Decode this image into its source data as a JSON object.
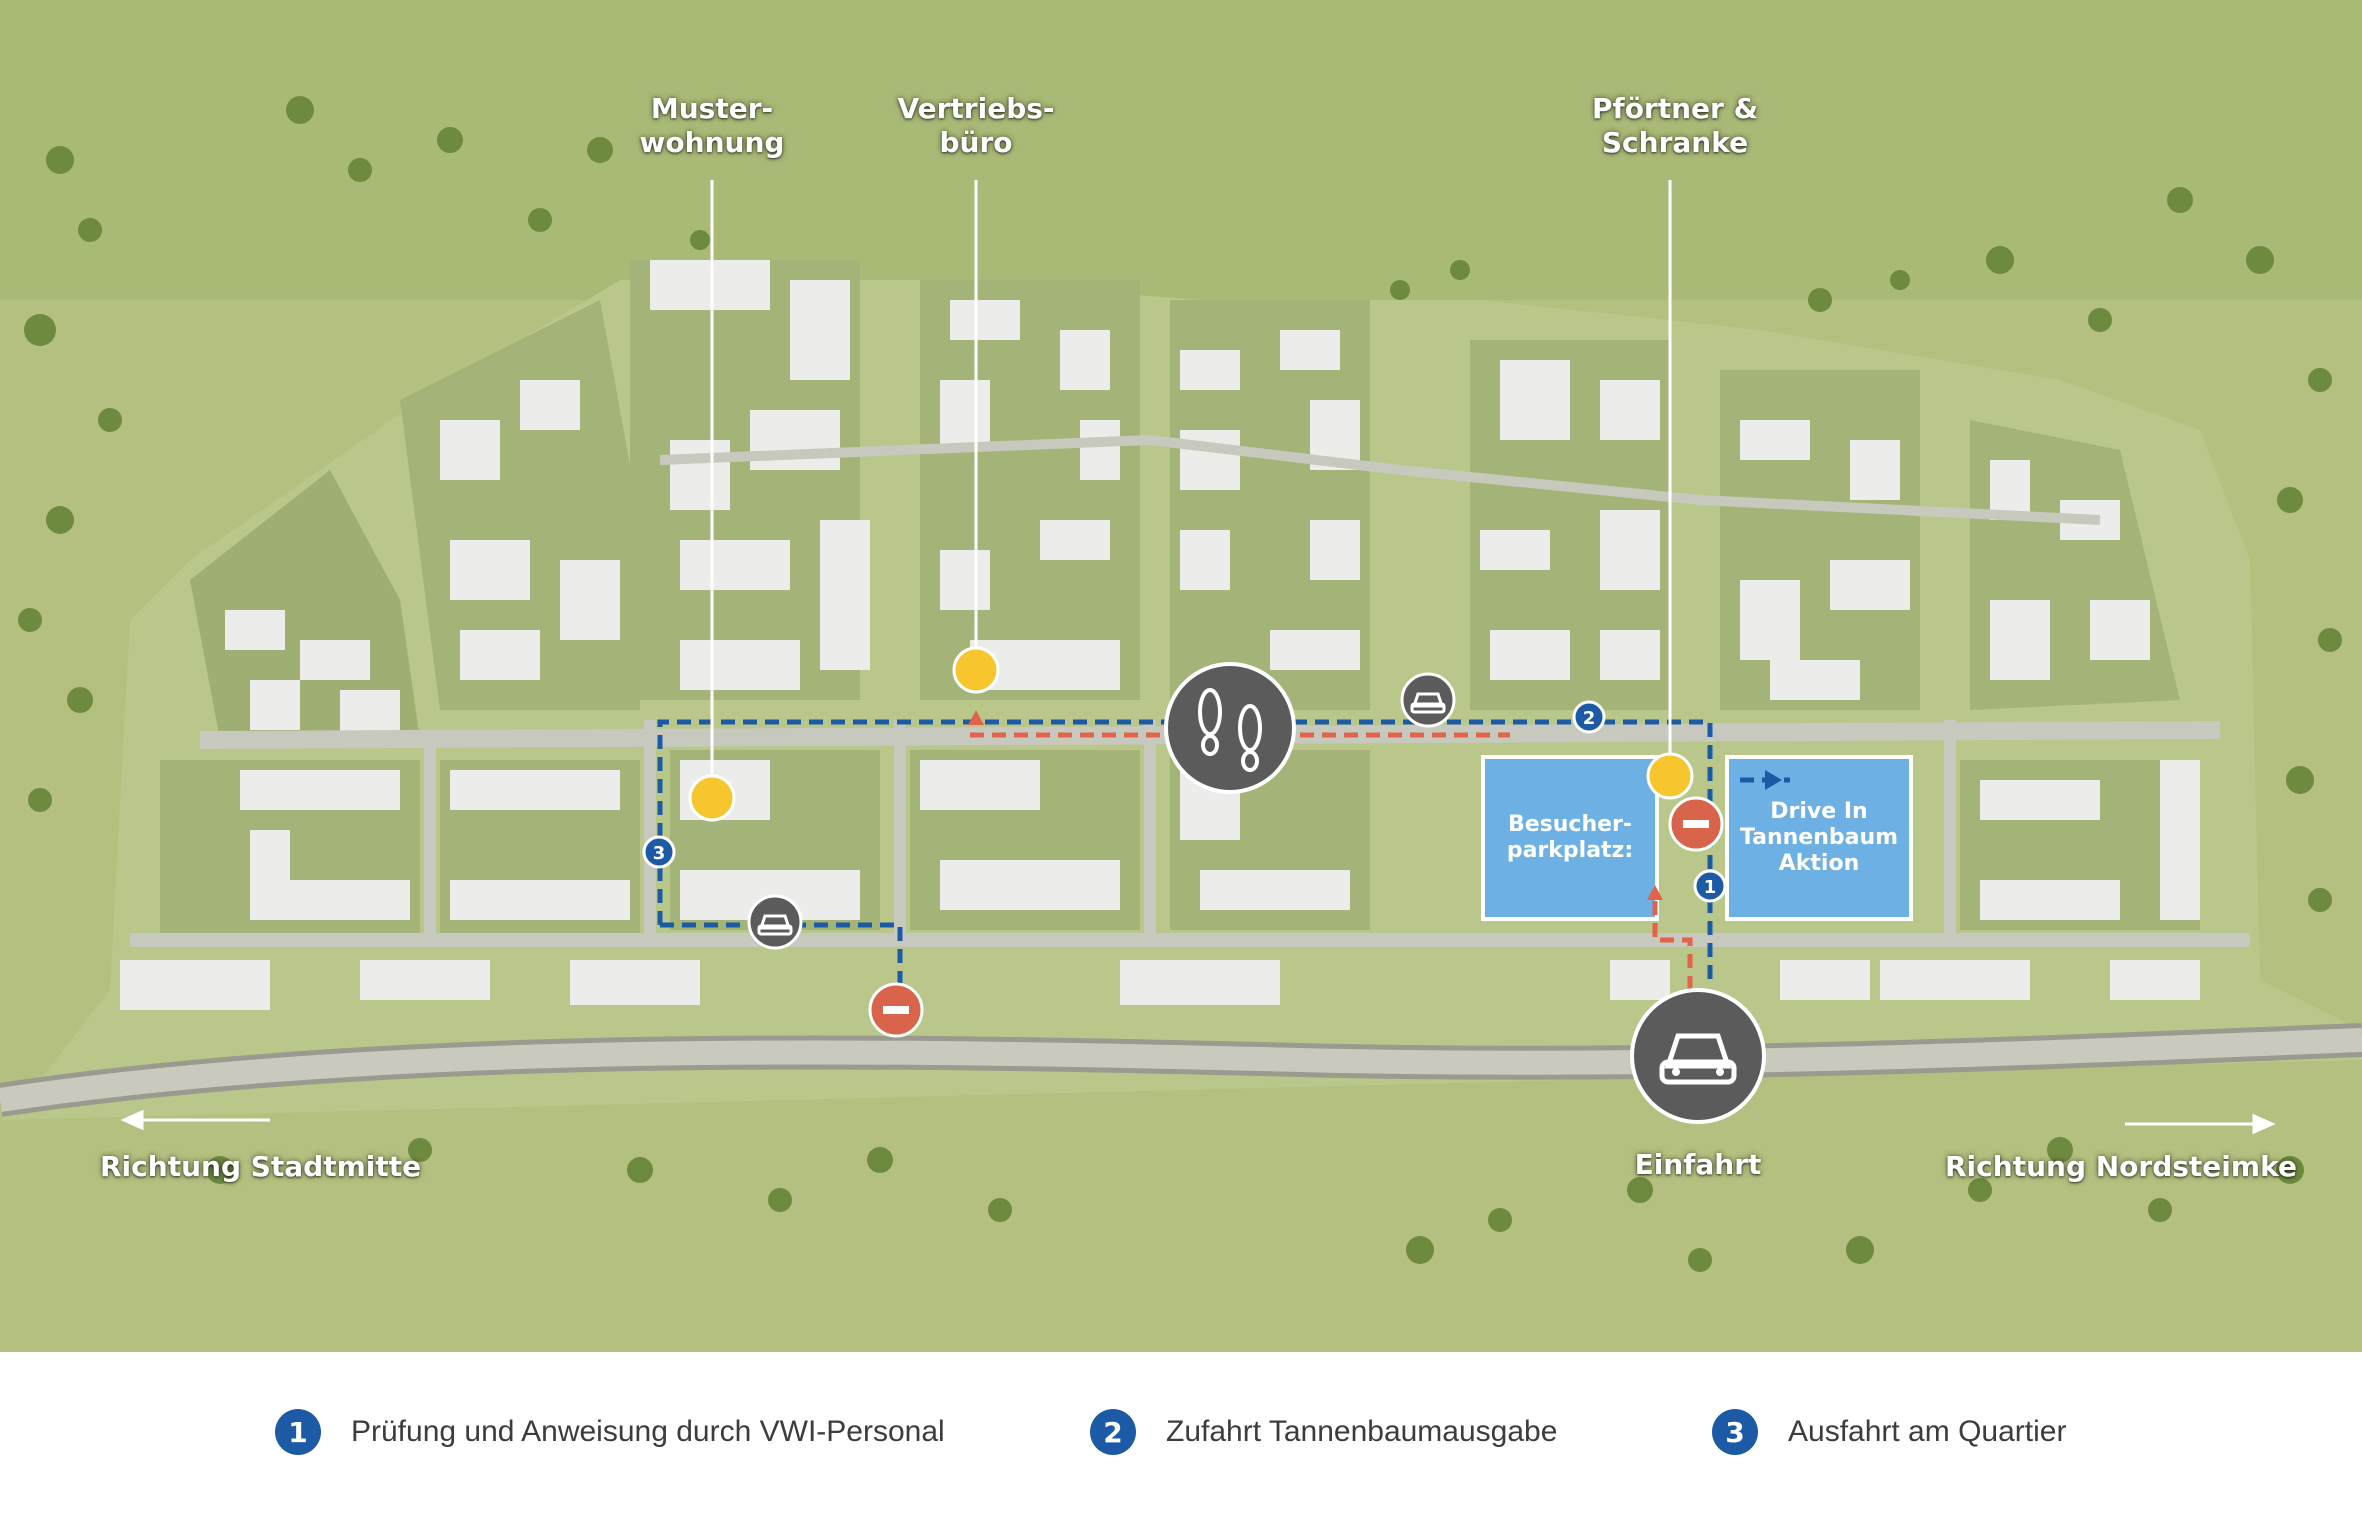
{
  "map": {
    "labels": {
      "musterwohnung": [
        "Muster-",
        "wohnung"
      ],
      "vertriebsbuero": [
        "Vertriebs-",
        "büro"
      ],
      "pfoertner": [
        "Pförtner &",
        "Schranke"
      ],
      "einfahrt": "Einfahrt",
      "richtung_stadtmitte": "Richtung Stadtmitte",
      "richtung_nordsteimke": "Richtung Nordsteimke"
    },
    "zones": {
      "besucherparkplatz": [
        "Besucher-",
        "parkplatz:"
      ],
      "drive_in": [
        "Drive In",
        "Tannenbaum",
        "Aktion"
      ]
    },
    "route_markers": [
      "1",
      "2",
      "3"
    ],
    "icons": [
      "pedestrian-footprints-icon",
      "car-icon",
      "no-entry-icon",
      "location-pin-yellow"
    ],
    "colors": {
      "grass": "#aebd7a",
      "route_blue": "#1c5aa5",
      "route_red": "#e0634a",
      "no_entry": "#d8654b",
      "pin_yellow": "#f7c62f",
      "zone_blue": "#6db0e3",
      "icon_grey": "#5b5b5b"
    }
  },
  "legend": {
    "items": [
      {
        "number": "1",
        "text": "Prüfung und Anweisung durch VWI-Personal"
      },
      {
        "number": "2",
        "text": "Zufahrt Tannenbaumausgabe"
      },
      {
        "number": "3",
        "text": "Ausfahrt am Quartier"
      }
    ]
  }
}
